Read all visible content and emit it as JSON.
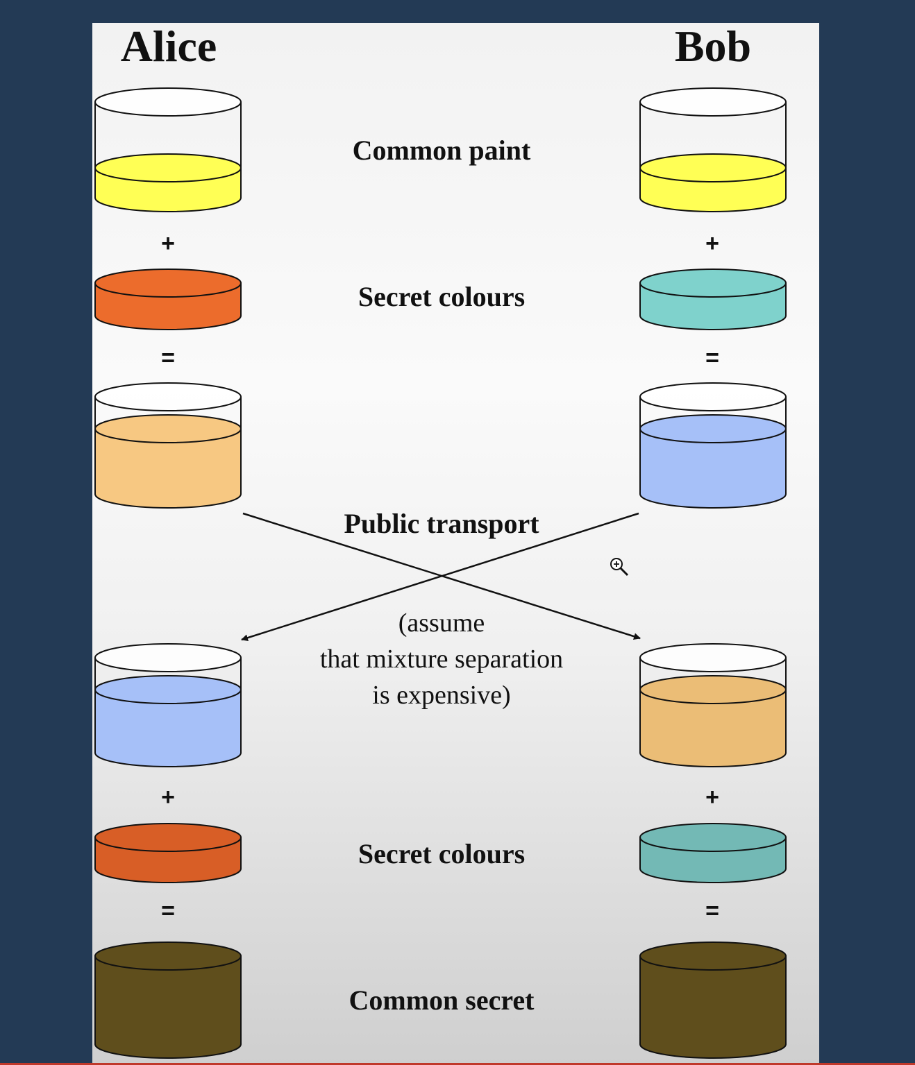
{
  "labels": {
    "alice": "Alice",
    "bob": "Bob",
    "common_paint": "Common paint",
    "secret_colours_1": "Secret colours",
    "public_transport": "Public transport",
    "note_line1": "(assume",
    "note_line2": "that mixture separation",
    "note_line3": "is expensive)",
    "secret_colours_2": "Secret colours",
    "common_secret": "Common secret"
  },
  "operators": {
    "plus": "+",
    "equals": "="
  },
  "colors": {
    "background": "#233a55",
    "yellow": "#ffff55",
    "orange": "#ec6c2c",
    "teal": "#7fd2cc",
    "peach": "#f7c882",
    "light_blue": "#a6c0f8",
    "dark_orange": "#d85e26",
    "dark_teal": "#73b9b5",
    "dark_peach": "#ebbd76",
    "secret_brown": "#5f4e1c"
  },
  "icons": {
    "cursor": "zoom-in-icon"
  }
}
